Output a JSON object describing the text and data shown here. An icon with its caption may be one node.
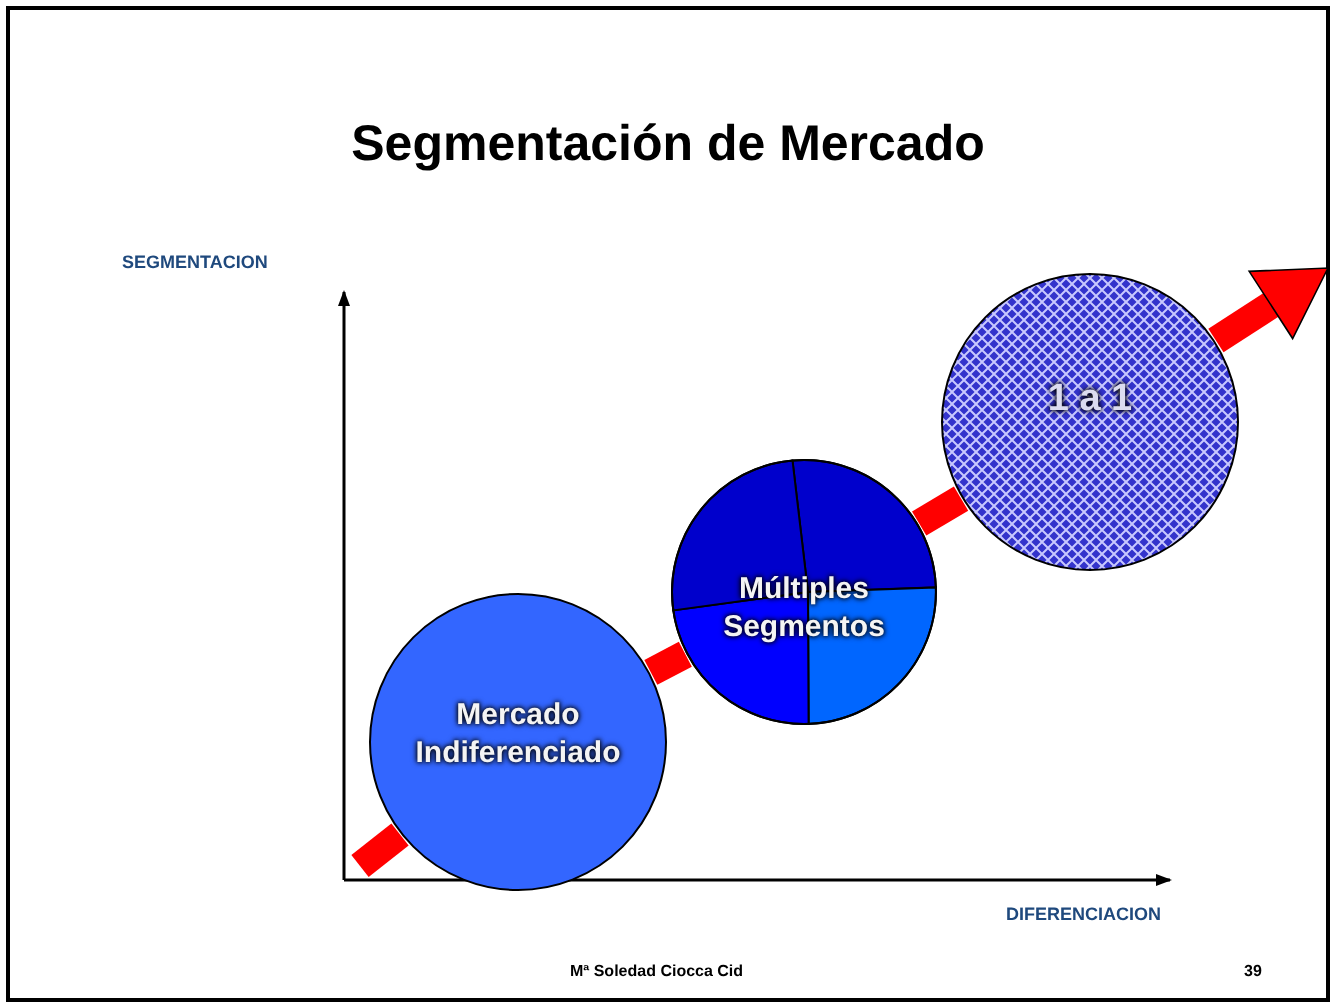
{
  "diagram": {
    "title": "Segmentación de Mercado",
    "nodes": [
      {
        "text": [
          "Mercado Indiferenciado"
        ]
      },
      {
        "text": [
          "Múltiples Segmentos"
        ]
      },
      {
        "text": [
          "1 a 1"
        ]
      }
    ],
    "edges": [
      {
        "from": null,
        "to": 0,
        "arrow": "none"
      },
      {
        "from": 0,
        "to": 1,
        "arrow": "none"
      },
      {
        "from": 1,
        "to": 2,
        "arrow": "none"
      },
      {
        "from": 2,
        "to": null,
        "arrow": "to"
      }
    ],
    "labels": [
      "SEGMENTACION",
      "DIFERENCIACION",
      "Mª Soledad Ciocca Cid",
      "39"
    ]
  }
}
